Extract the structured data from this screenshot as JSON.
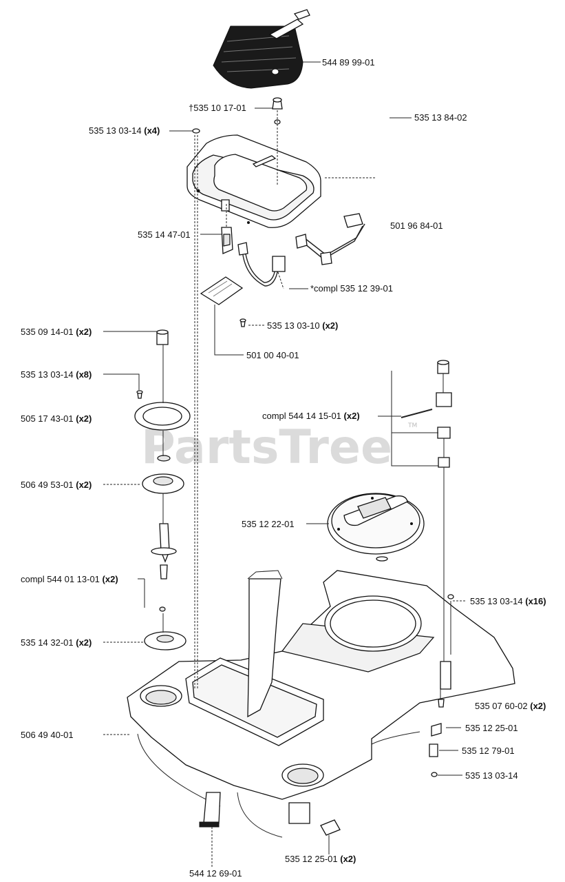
{
  "watermark": {
    "text": "PartsTree",
    "mark": "TM"
  },
  "labels": [
    {
      "id": "l01",
      "number": "544 89 99-01",
      "qty": ""
    },
    {
      "id": "l02",
      "number": "†535 10 17-01",
      "qty": ""
    },
    {
      "id": "l03",
      "number": "535 13 84-02",
      "qty": ""
    },
    {
      "id": "l04",
      "number": "535 13 03-14",
      "qty": "(x4)"
    },
    {
      "id": "l05",
      "number": "501 96 84-01",
      "qty": ""
    },
    {
      "id": "l06",
      "number": "535 14 47-01",
      "qty": ""
    },
    {
      "id": "l07",
      "number": "*compl 535 12 39-01",
      "qty": ""
    },
    {
      "id": "l08",
      "number": "535 13 03-10",
      "qty": "(x2)"
    },
    {
      "id": "l09",
      "number": "535 09 14-01",
      "qty": "(x2)"
    },
    {
      "id": "l10",
      "number": "501 00 40-01",
      "qty": ""
    },
    {
      "id": "l11",
      "number": "535 13 03-14",
      "qty": "(x8)"
    },
    {
      "id": "l12",
      "number": "compl 544 14 15-01",
      "qty": "(x2)"
    },
    {
      "id": "l13",
      "number": "505 17 43-01",
      "qty": "(x2)"
    },
    {
      "id": "l14",
      "number": "506 49 53-01",
      "qty": "(x2)"
    },
    {
      "id": "l15",
      "number": "535 12 22-01",
      "qty": ""
    },
    {
      "id": "l16",
      "number": "compl 544 01 13-01",
      "qty": "(x2)"
    },
    {
      "id": "l17",
      "number": "535 13 03-14",
      "qty": "(x16)"
    },
    {
      "id": "l18",
      "number": "535 14 32-01",
      "qty": "(x2)"
    },
    {
      "id": "l19",
      "number": "535 07 60-02",
      "qty": "(x2)"
    },
    {
      "id": "l20",
      "number": "506 49 40-01",
      "qty": ""
    },
    {
      "id": "l21",
      "number": "535 12 25-01",
      "qty": ""
    },
    {
      "id": "l22",
      "number": "535 12 79-01",
      "qty": ""
    },
    {
      "id": "l23",
      "number": "535 13 03-14",
      "qty": ""
    },
    {
      "id": "l24",
      "number": "535 12 25-01",
      "qty": "(x2)"
    },
    {
      "id": "l25",
      "number": "544 12 69-01",
      "qty": ""
    }
  ]
}
